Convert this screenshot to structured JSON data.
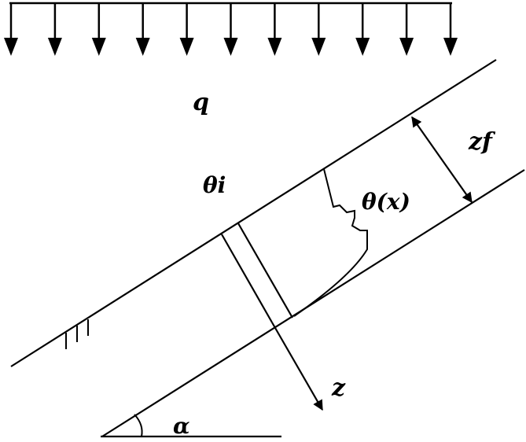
{
  "diagram": {
    "labels": {
      "load": "q",
      "initial_moisture": "θi",
      "moisture_profile": "θ(x)",
      "front_depth": "zf",
      "depth_axis": "z",
      "slope_angle": "α"
    },
    "load_arrow_count": 11,
    "colors": {
      "stroke": "#000000",
      "background": "#ffffff"
    }
  }
}
